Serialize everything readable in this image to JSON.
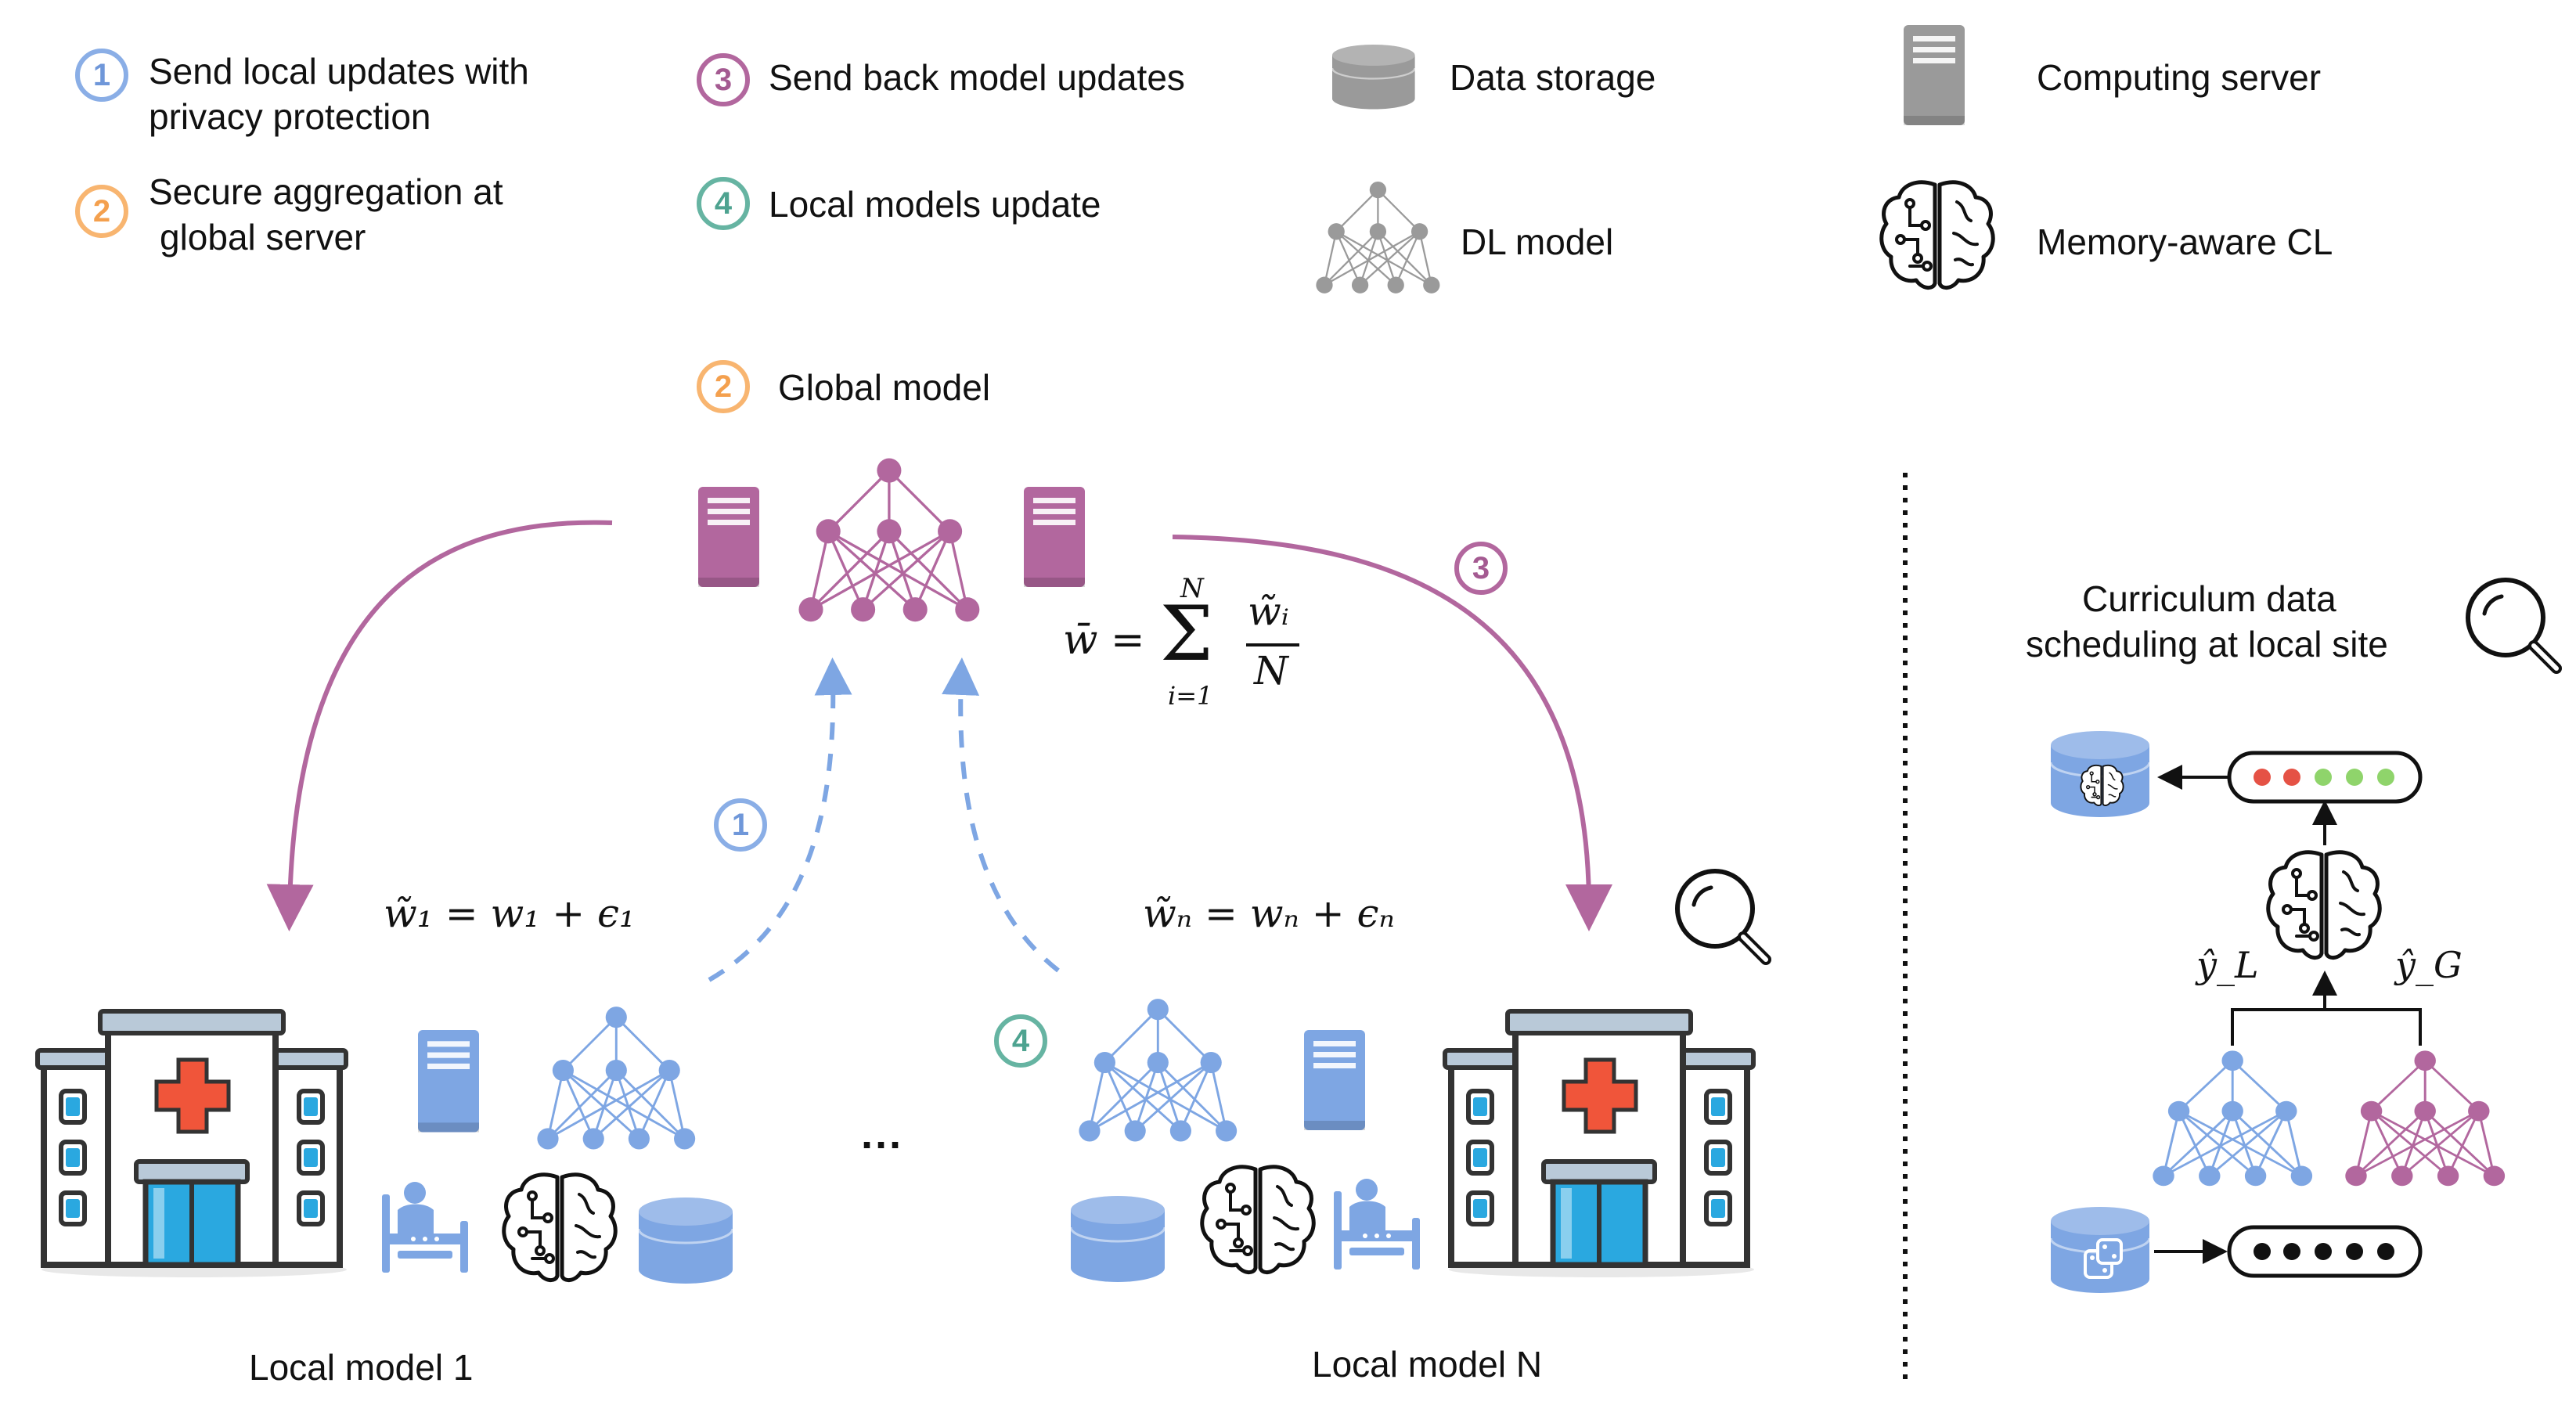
{
  "legend": {
    "step1": {
      "num": "1",
      "text_line1": "Send local updates with",
      "text_line2": "privacy protection"
    },
    "step2": {
      "num": "2",
      "text_line1": "Secure aggregation at",
      "text_line2": "global server"
    },
    "step3": {
      "num": "3",
      "text": "Send back model updates"
    },
    "step4": {
      "num": "4",
      "text": "Local models update"
    },
    "data_storage": "Data storage",
    "computing_server": "Computing server",
    "dl_model": "DL model",
    "memory_cl": "Memory-aware CL"
  },
  "global": {
    "num": "2",
    "title": "Global model",
    "formula": {
      "lhs": "w̄ =",
      "sum_top": "N",
      "sum_sign": "Σ",
      "sum_bottom": "i=1",
      "frac_num": "w̃ᵢ",
      "frac_den": "N"
    }
  },
  "flow": {
    "step1_num": "1",
    "step3_num": "3",
    "step4_num": "4",
    "eq_left": "w̃₁ = w₁ + ϵ₁",
    "eq_right": "w̃ₙ = wₙ + ϵₙ",
    "ellipsis": "···"
  },
  "sites": {
    "left_label": "Local model 1",
    "right_label": "Local model N"
  },
  "curriculum": {
    "title_line1": "Curriculum data",
    "title_line2": "scheduling at local site",
    "y_local": "ŷ_L",
    "y_global": "ŷ_G"
  },
  "colors": {
    "blue": "#7ea6e3",
    "purple": "#b2679e",
    "orange": "#f8b570",
    "teal": "#66b4a2",
    "gray": "#8d8d8d",
    "red_cross": "#f0553a",
    "window": "#2aa8e0"
  }
}
